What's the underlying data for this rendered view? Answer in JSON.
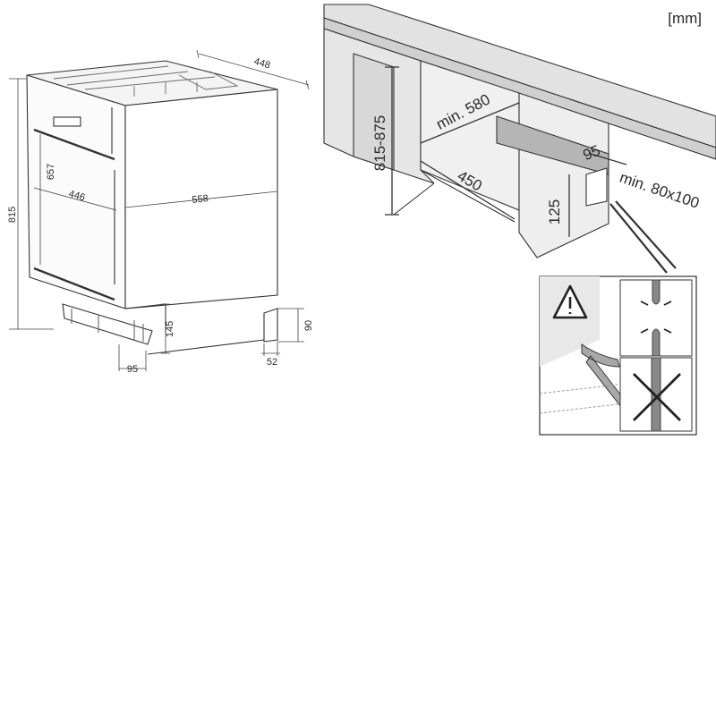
{
  "unit_label": "[mm]",
  "left_drawing": {
    "height_total": "815",
    "depth_top": "448",
    "panel_height": "657",
    "width_front": "446",
    "depth_side": "558",
    "plinth_height": "145",
    "plinth_depth": "95",
    "foot_height": "90",
    "foot_depth": "52"
  },
  "right_drawing": {
    "niche_height": "815-875",
    "min_depth": "min. 580",
    "niche_width": "450",
    "pipe_offset": "95",
    "pipe_height": "125",
    "opening_size": "min. 80x100"
  },
  "detail": {
    "warning_icon": "warning-triangle-icon",
    "ok_icon": "hose-squeeze-icon",
    "no_icon": "cross-icon"
  }
}
